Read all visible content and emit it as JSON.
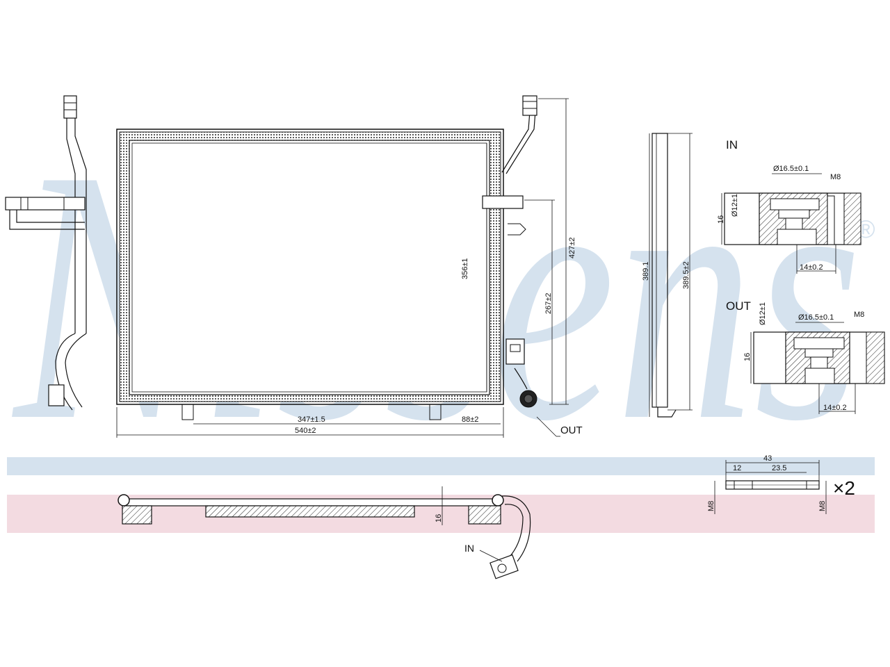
{
  "brand": {
    "logo_text": "Nissens",
    "registered_mark": "®",
    "logo_color": "#d5e2ee",
    "band_blue": "#d5e2ee",
    "band_pink": "#f3dbe1"
  },
  "labels": {
    "in_port": "IN",
    "out_port": "OUT",
    "in_bottom": "IN",
    "detail_in": "IN",
    "detail_out": "OUT",
    "multiplier": "×2"
  },
  "dimensions": {
    "core_width": "347±1.5",
    "tank_offset": "88±2",
    "overall_width": "540±2",
    "core_height": "356±1",
    "overall_height": "427±2",
    "pipe_height": "267±2",
    "side_height_a": "389.1",
    "side_height_b": "389.5±2",
    "bottom_thickness": "16",
    "in_bore": "Ø16.5±0.1",
    "in_thread": "M8",
    "in_small": "Ø12±1",
    "in_height": "16",
    "in_spacing": "14±0.2",
    "out_bore": "Ø16.5±0.1",
    "out_thread": "M8",
    "out_small": "Ø12±1",
    "out_height": "16",
    "out_spacing": "14±0.2",
    "bolt_length": "43",
    "bolt_a": "12",
    "bolt_b": "23.5",
    "bolt_thread_a": "M8",
    "bolt_thread_b": "M8"
  }
}
